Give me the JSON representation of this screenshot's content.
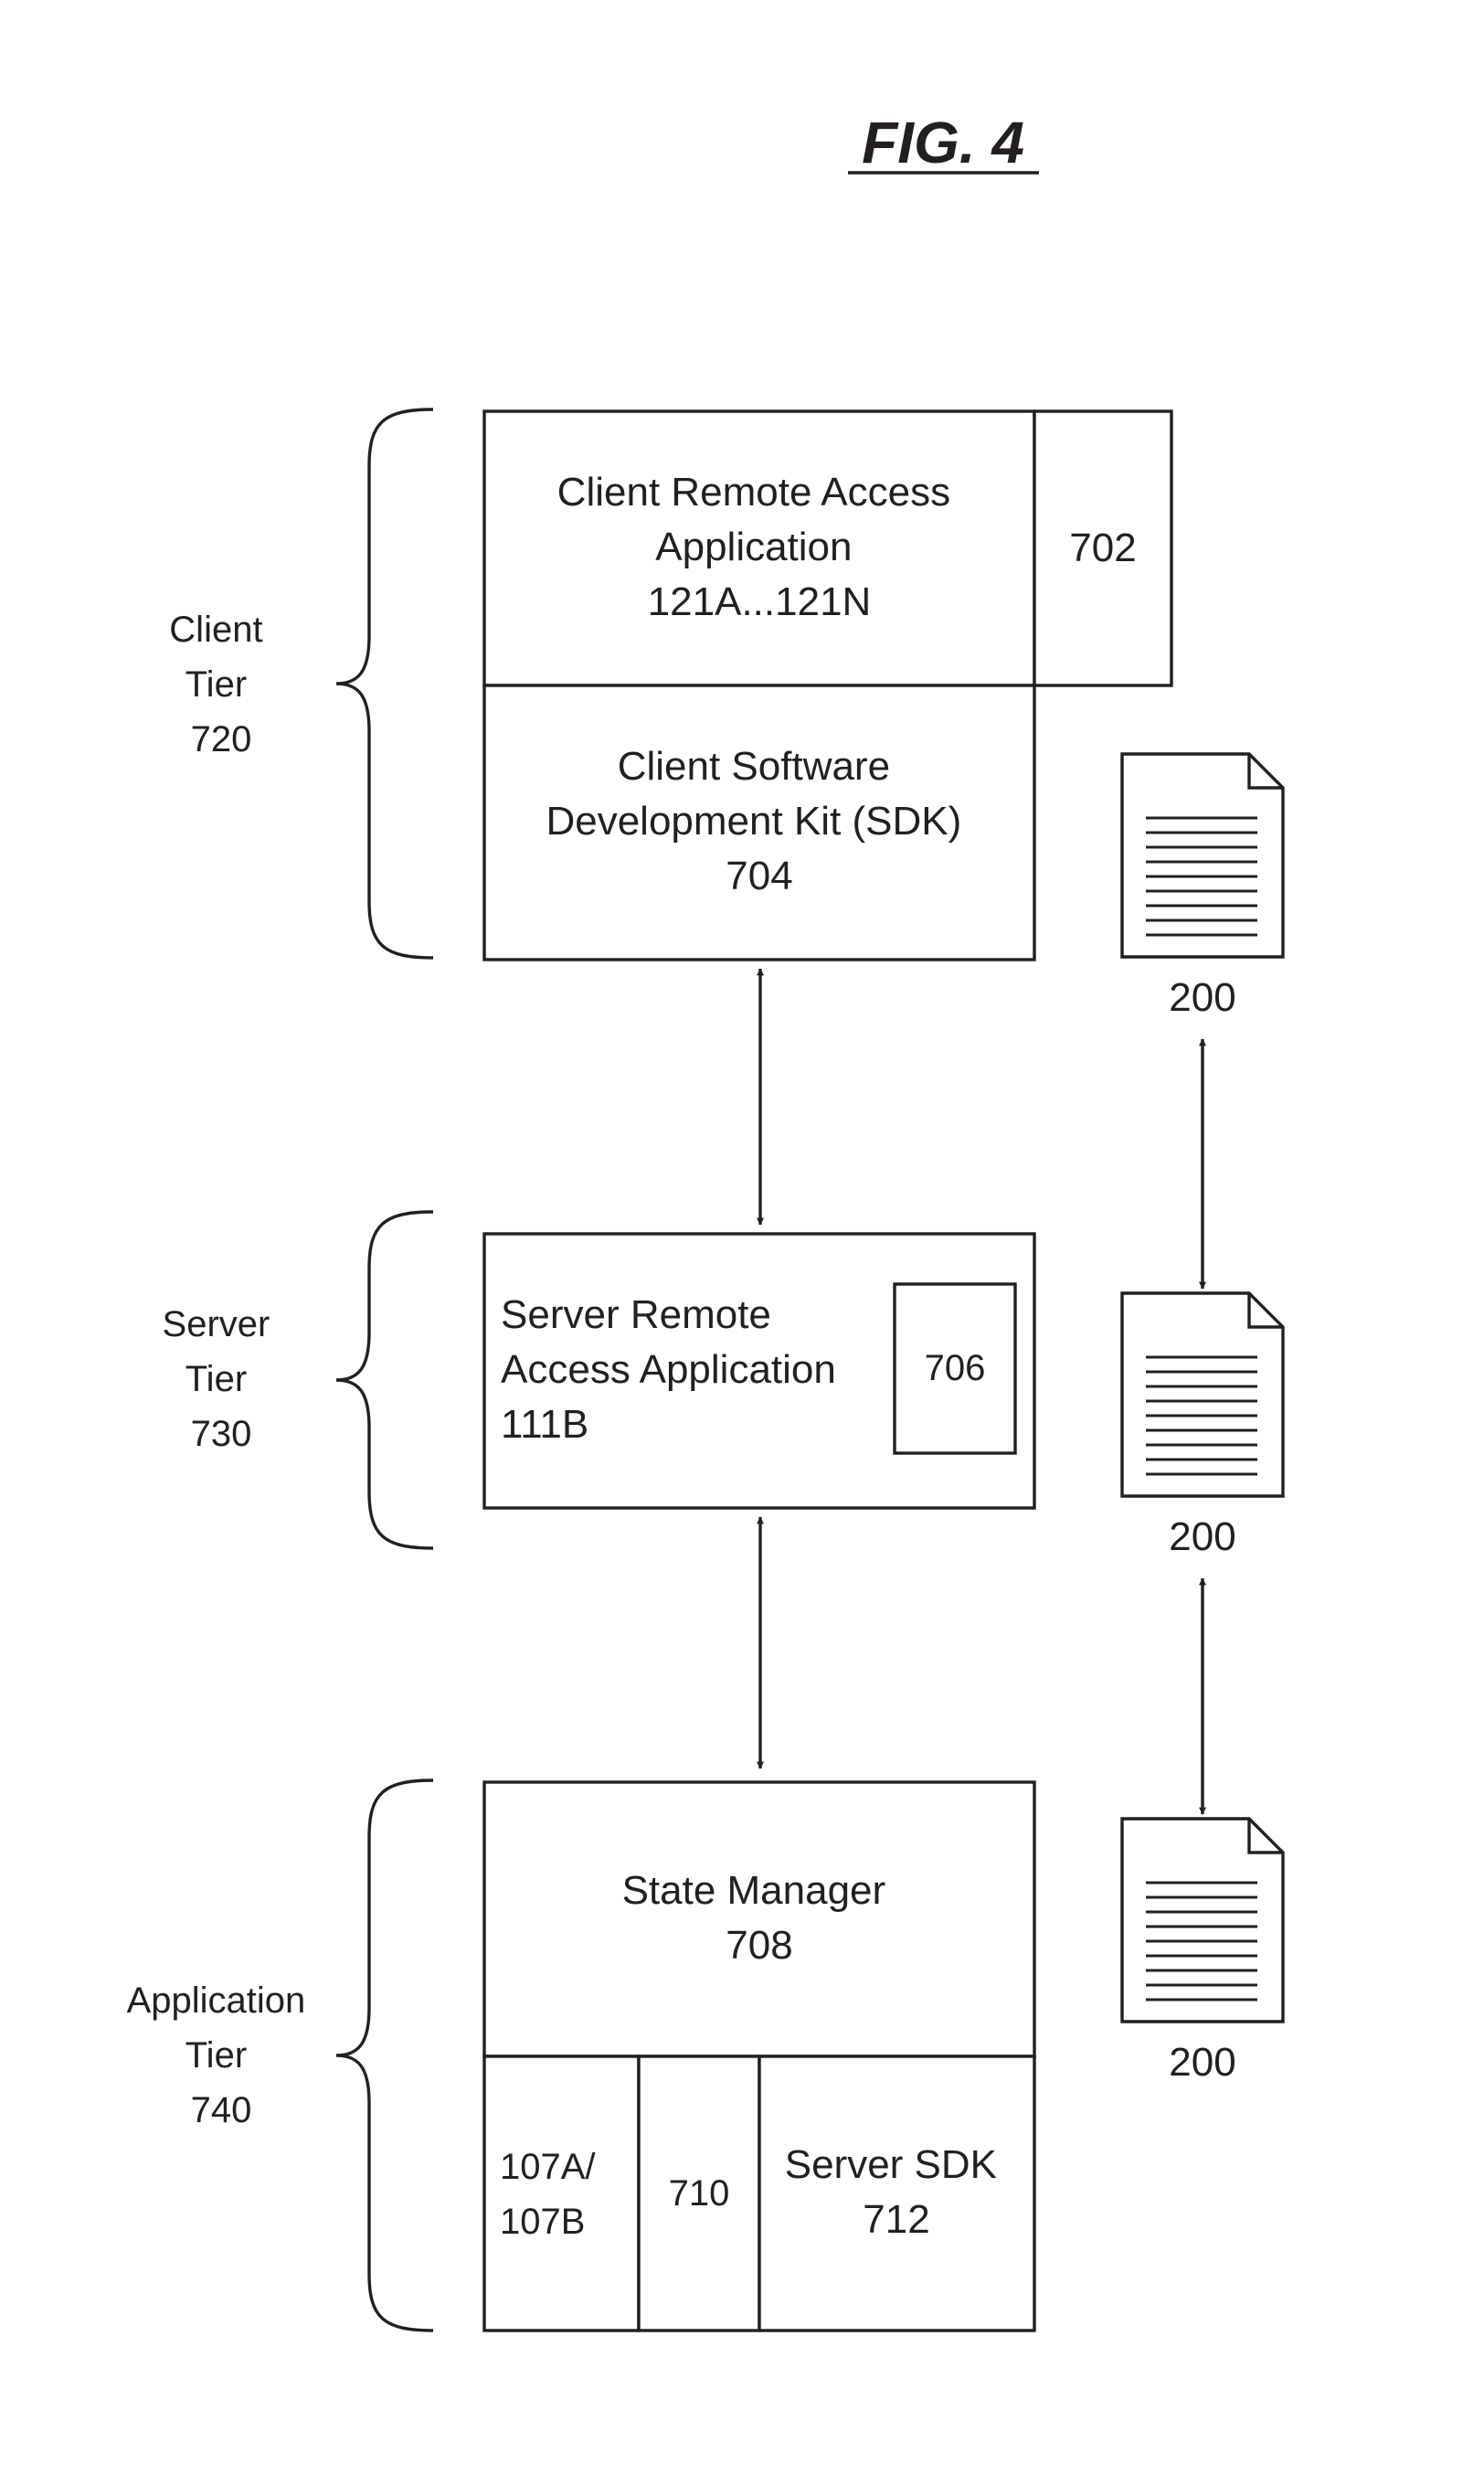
{
  "figure": {
    "title": "FIG. 4"
  },
  "tiers": {
    "client": {
      "name": "Client",
      "tier": "Tier",
      "number": "720"
    },
    "server": {
      "name": "Server",
      "tier": "Tier",
      "number": "730"
    },
    "application": {
      "name": "Application",
      "tier": "Tier",
      "number": "740"
    }
  },
  "boxes": {
    "client_app": {
      "line1": "Client Remote Access",
      "line2": "Application",
      "line3": "121A...121N"
    },
    "box_702": {
      "label": "702"
    },
    "client_sdk": {
      "line1": "Client Software",
      "line2": "Development Kit (SDK)",
      "line3": "704"
    },
    "server_app": {
      "line1": "Server Remote",
      "line2": "Access Application",
      "line3": "111B"
    },
    "box_706": {
      "label": "706"
    },
    "state_manager": {
      "line1": "State Manager",
      "line2": "708"
    },
    "box_107": {
      "line1": "107A/",
      "line2": "107B"
    },
    "box_710": {
      "label": "710"
    },
    "server_sdk": {
      "line1": "Server SDK",
      "line2": "712"
    }
  },
  "documents": [
    {
      "label": "200",
      "icon": "document-icon"
    },
    {
      "label": "200",
      "icon": "document-icon"
    },
    {
      "label": "200",
      "icon": "document-icon"
    }
  ],
  "colors": {
    "ink": "#231f20",
    "background": "#ffffff"
  }
}
